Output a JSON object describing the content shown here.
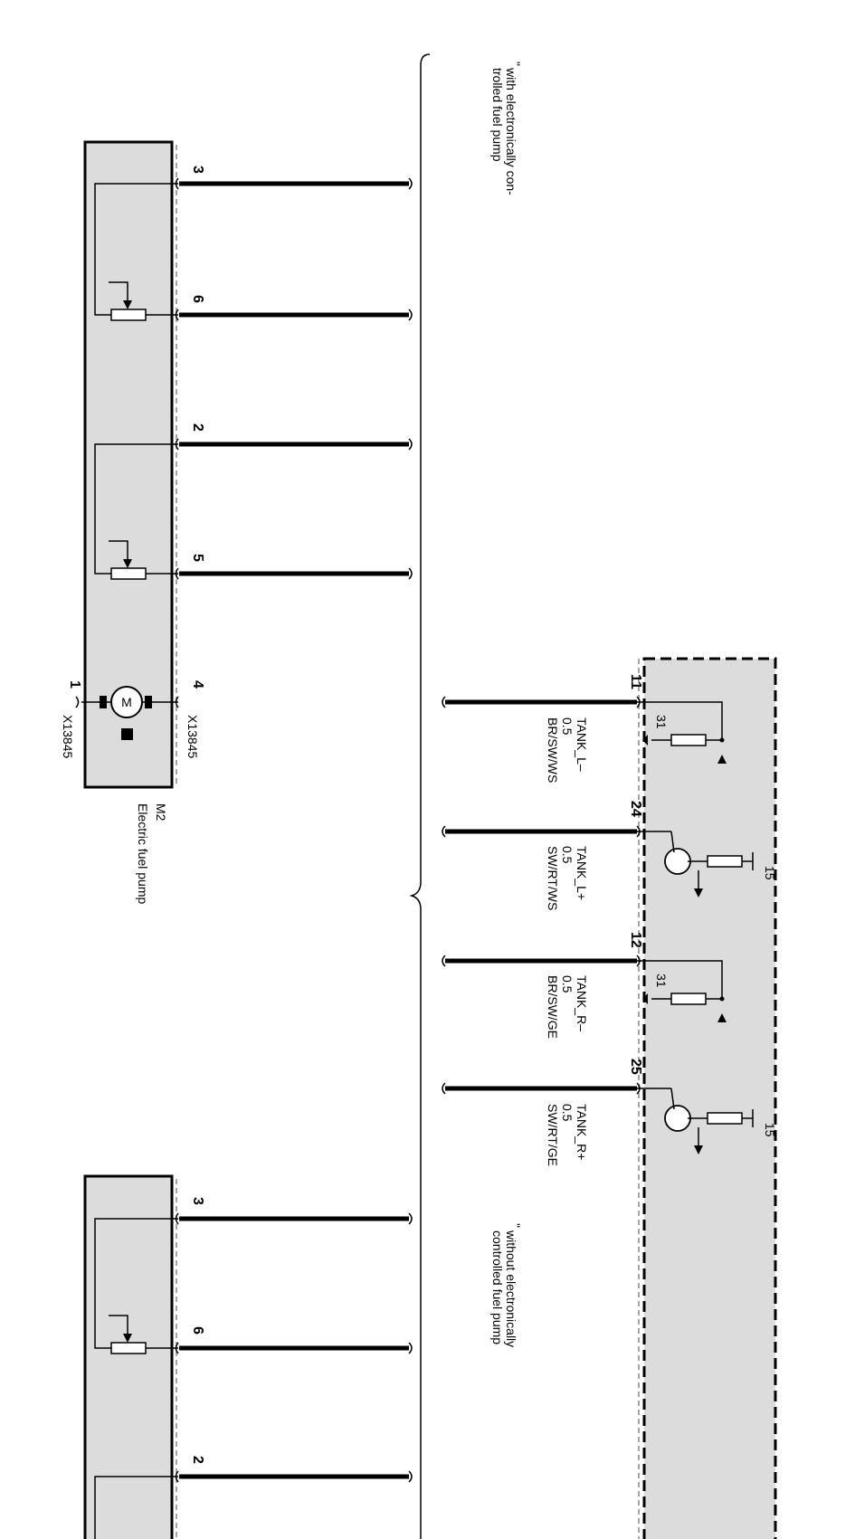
{
  "colors": {
    "module_fill": "#dcdcdc",
    "wire": "#000000",
    "background": "#ffffff"
  },
  "variant_notes": {
    "with_ekp": "with electronically con-trolled fuel pump",
    "without_ekp": "without electronically controlled fuel pump",
    "with_ekp_lines": [
      "with electronically con-",
      "trolled fuel pump"
    ],
    "without_ekp_lines": [
      "without electronically",
      "controlled fuel pump"
    ]
  },
  "fuel_pump_upper": {
    "name": "M2",
    "description": "Electric fuel pump",
    "pins": [
      "3",
      "6",
      "2",
      "5",
      "4",
      "1"
    ],
    "connectors": [
      "X13845",
      "X13845"
    ],
    "motor_symbol": "M"
  },
  "fuel_pump_lower": {
    "pins": [
      "3",
      "6",
      "2"
    ]
  },
  "control_unit": {
    "pins": [
      {
        "pin": "11",
        "signal": "TANK_L–",
        "cross_section": "0.5",
        "color_code": "BR/SW/WS",
        "ref": "31"
      },
      {
        "pin": "24",
        "signal": "TANK_L+",
        "cross_section": "0.5",
        "color_code": "SW/RT/WS",
        "ref": "15"
      },
      {
        "pin": "12",
        "signal": "TANK_R–",
        "cross_section": "0.5",
        "color_code": "BR/SW/GE",
        "ref": "31"
      },
      {
        "pin": "25",
        "signal": "TANK_R+",
        "cross_section": "0.5",
        "color_code": "SW/RT/GE",
        "ref": "15"
      }
    ]
  }
}
